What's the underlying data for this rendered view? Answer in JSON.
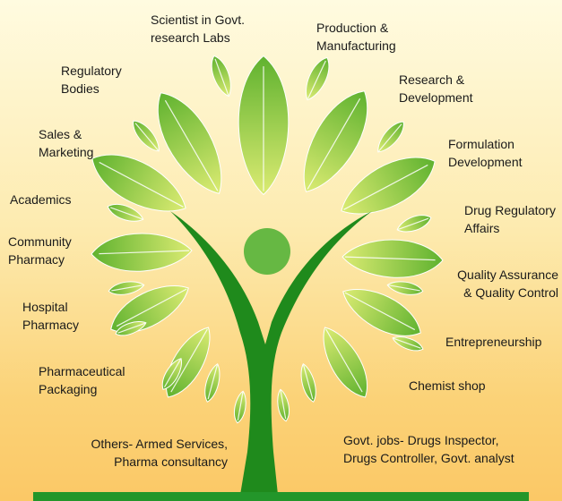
{
  "colors": {
    "trunk": "#1f8a1c",
    "ground": "#23962a",
    "head": "#66b843",
    "leaf_dark": "#5fb22f",
    "leaf_light": "#dbeb72"
  },
  "labels": {
    "scientist": [
      "Scientist in Govt.",
      "research Labs"
    ],
    "production": [
      "Production &",
      "Manufacturing"
    ],
    "regulatory_bodies": [
      "Regulatory",
      "Bodies"
    ],
    "research": [
      "Research &",
      "Development"
    ],
    "sales": [
      "Sales &",
      "Marketing"
    ],
    "formulation": [
      "Formulation",
      "Development"
    ],
    "academics": [
      "Academics"
    ],
    "drug_regulatory": [
      "Drug Regulatory",
      "Affairs"
    ],
    "community": [
      "Community",
      "Pharmacy"
    ],
    "quality": [
      "Quality Assurance",
      "& Quality Control"
    ],
    "hospital": [
      "Hospital",
      "Pharmacy"
    ],
    "entrepreneurship": [
      "Entrepreneurship"
    ],
    "packaging": [
      "Pharmaceutical",
      "Packaging"
    ],
    "chemist": [
      "Chemist shop"
    ],
    "others": [
      "Others- Armed Services,",
      "Pharma consultancy"
    ],
    "govt_jobs": [
      "Govt. jobs- Drugs Inspector,",
      "Drugs Controller, Govt. analyst"
    ]
  }
}
